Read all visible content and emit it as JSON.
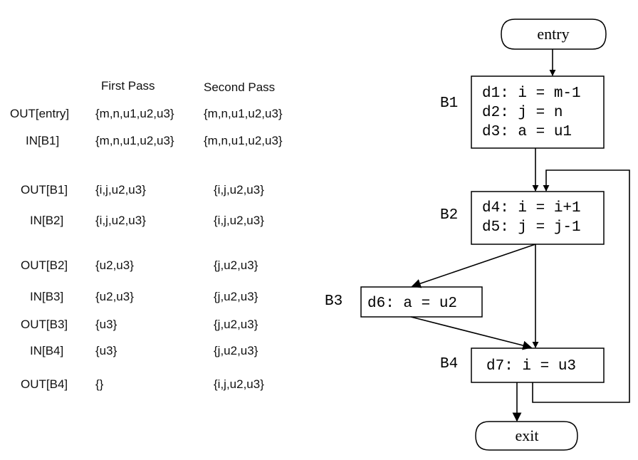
{
  "table": {
    "headers": {
      "first": "First Pass",
      "second": "Second Pass"
    },
    "rows": [
      {
        "label": "OUT[entry]",
        "first": "{m,n,u1,u2,u3}",
        "second": "{m,n,u1,u2,u3}"
      },
      {
        "label": "IN[B1]",
        "first": "{m,n,u1,u2,u3}",
        "second": "{m,n,u1,u2,u3}"
      },
      {
        "label": "OUT[B1]",
        "first": "{i,j,u2,u3}",
        "second": "{i,j,u2,u3}"
      },
      {
        "label": "IN[B2]",
        "first": "{i,j,u2,u3}",
        "second": "{i,j,u2,u3}"
      },
      {
        "label": "OUT[B2]",
        "first": "{u2,u3}",
        "second": "{j,u2,u3}"
      },
      {
        "label": "IN[B3]",
        "first": "{u2,u3}",
        "second": "{j,u2,u3}"
      },
      {
        "label": "OUT[B3]",
        "first": "{u3}",
        "second": "{j,u2,u3}"
      },
      {
        "label": "IN[B4]",
        "first": "{u3}",
        "second": "{j,u2,u3}"
      },
      {
        "label": "OUT[B4]",
        "first": "{}",
        "second": "{i,j,u2,u3}"
      }
    ]
  },
  "flowgraph": {
    "entry": "entry",
    "exit": "exit",
    "blocks": [
      {
        "name": "B1",
        "lines": [
          "d1: i = m-1",
          "d2: j = n",
          "d3: a = u1"
        ]
      },
      {
        "name": "B2",
        "lines": [
          "d4: i = i+1",
          "d5: j = j-1"
        ]
      },
      {
        "name": "B3",
        "lines": [
          "d6: a = u2"
        ]
      },
      {
        "name": "B4",
        "lines": [
          "d7: i = u3"
        ]
      }
    ]
  }
}
